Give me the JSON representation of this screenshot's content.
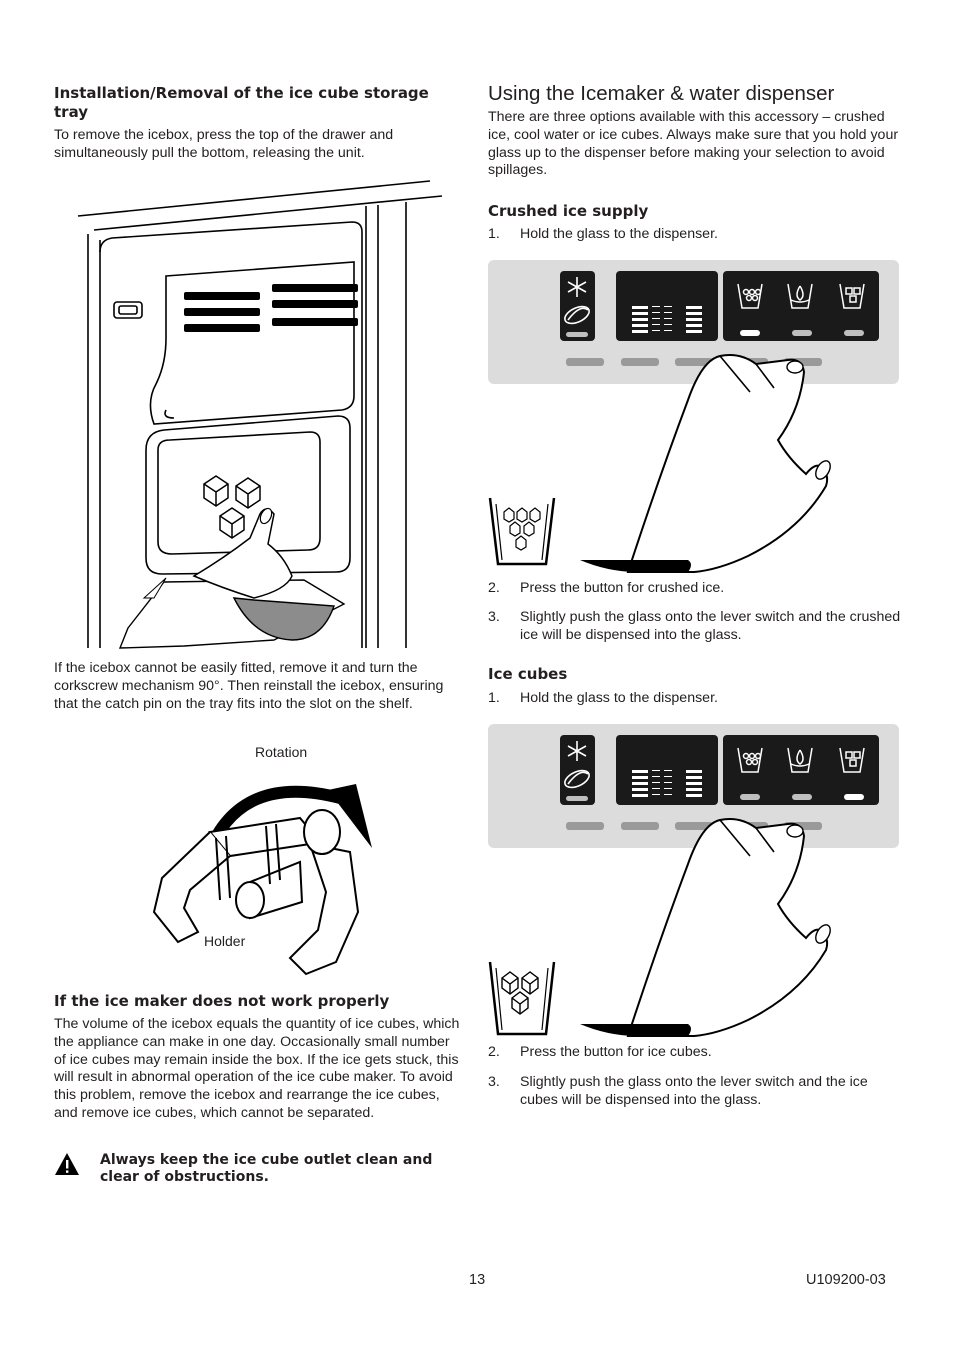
{
  "left": {
    "section1_heading": "Installation/Removal of the ice cube storage tray",
    "section1_text": "To remove the icebox, press the top of the drawer and simultaneously pull the bottom, releasing the unit.",
    "section2_text": "If the icebox cannot be easily fitted, remove it and turn the corkscrew mechanism 90°. Then reinstall the icebox, ensuring that the catch pin on the tray fits into the slot on the shelf.",
    "diagram_label_rotation": "Rotation",
    "diagram_label_holder": "Holder",
    "section3_heading": "If the ice maker does not work properly",
    "section3_text": "The volume of the icebox equals the quantity of ice cubes, which the appliance can make in one day. Occasionally small number of ice cubes may remain inside the box. If the ice gets stuck, this will result in abnormal operation of the ice cube maker. To avoid this problem, remove the icebox and rearrange the ice cubes, and remove ice cubes, which cannot be separated.",
    "warning_text": "Always keep the ice cube outlet clean and clear of obstructions."
  },
  "right": {
    "title": "Using the Icemaker & water dispenser",
    "intro": "There are three options available with this accessory – crushed ice, cool water or ice cubes. Always make sure that you hold your glass up to the dispenser before making your selection to avoid spillages.",
    "crushed": {
      "heading": "Crushed ice supply",
      "steps": [
        {
          "num": "1.",
          "text": "Hold the glass to the dispenser."
        },
        {
          "num": "2.",
          "text": "Press the button for crushed ice."
        },
        {
          "num": "3.",
          "text": "Slightly push the glass onto the lever switch and the crushed ice will be dispensed into the glass."
        }
      ]
    },
    "cubes": {
      "heading": "Ice cubes",
      "steps": [
        {
          "num": "1.",
          "text": "Hold the glass to the dispenser."
        },
        {
          "num": "2.",
          "text": "Press the button for ice cubes."
        },
        {
          "num": "3.",
          "text": "Slightly push the glass onto the lever switch and the ice cubes will be dispensed into the glass."
        }
      ]
    }
  },
  "footer": {
    "page_number": "13",
    "doc_code": "U109200-03"
  },
  "colors": {
    "panel_bg": "#dcdcdc",
    "display_bg": "#1a1a1a",
    "text": "#231f20"
  }
}
